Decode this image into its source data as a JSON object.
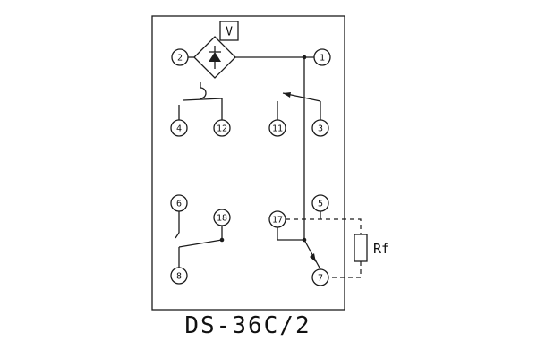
{
  "diagram": {
    "caption": "DS-36C/2",
    "voltmeter_label": "V",
    "resistor_label": "Rf",
    "terminals": {
      "t1": "1",
      "t2": "2",
      "t3": "3",
      "t4": "4",
      "t5": "5",
      "t6": "6",
      "t7": "7",
      "t8": "8",
      "t11": "11",
      "t12": "12",
      "t17": "17",
      "t18": "18"
    },
    "colors": {
      "line": "#1c1c1c",
      "background": "#ffffff"
    }
  }
}
